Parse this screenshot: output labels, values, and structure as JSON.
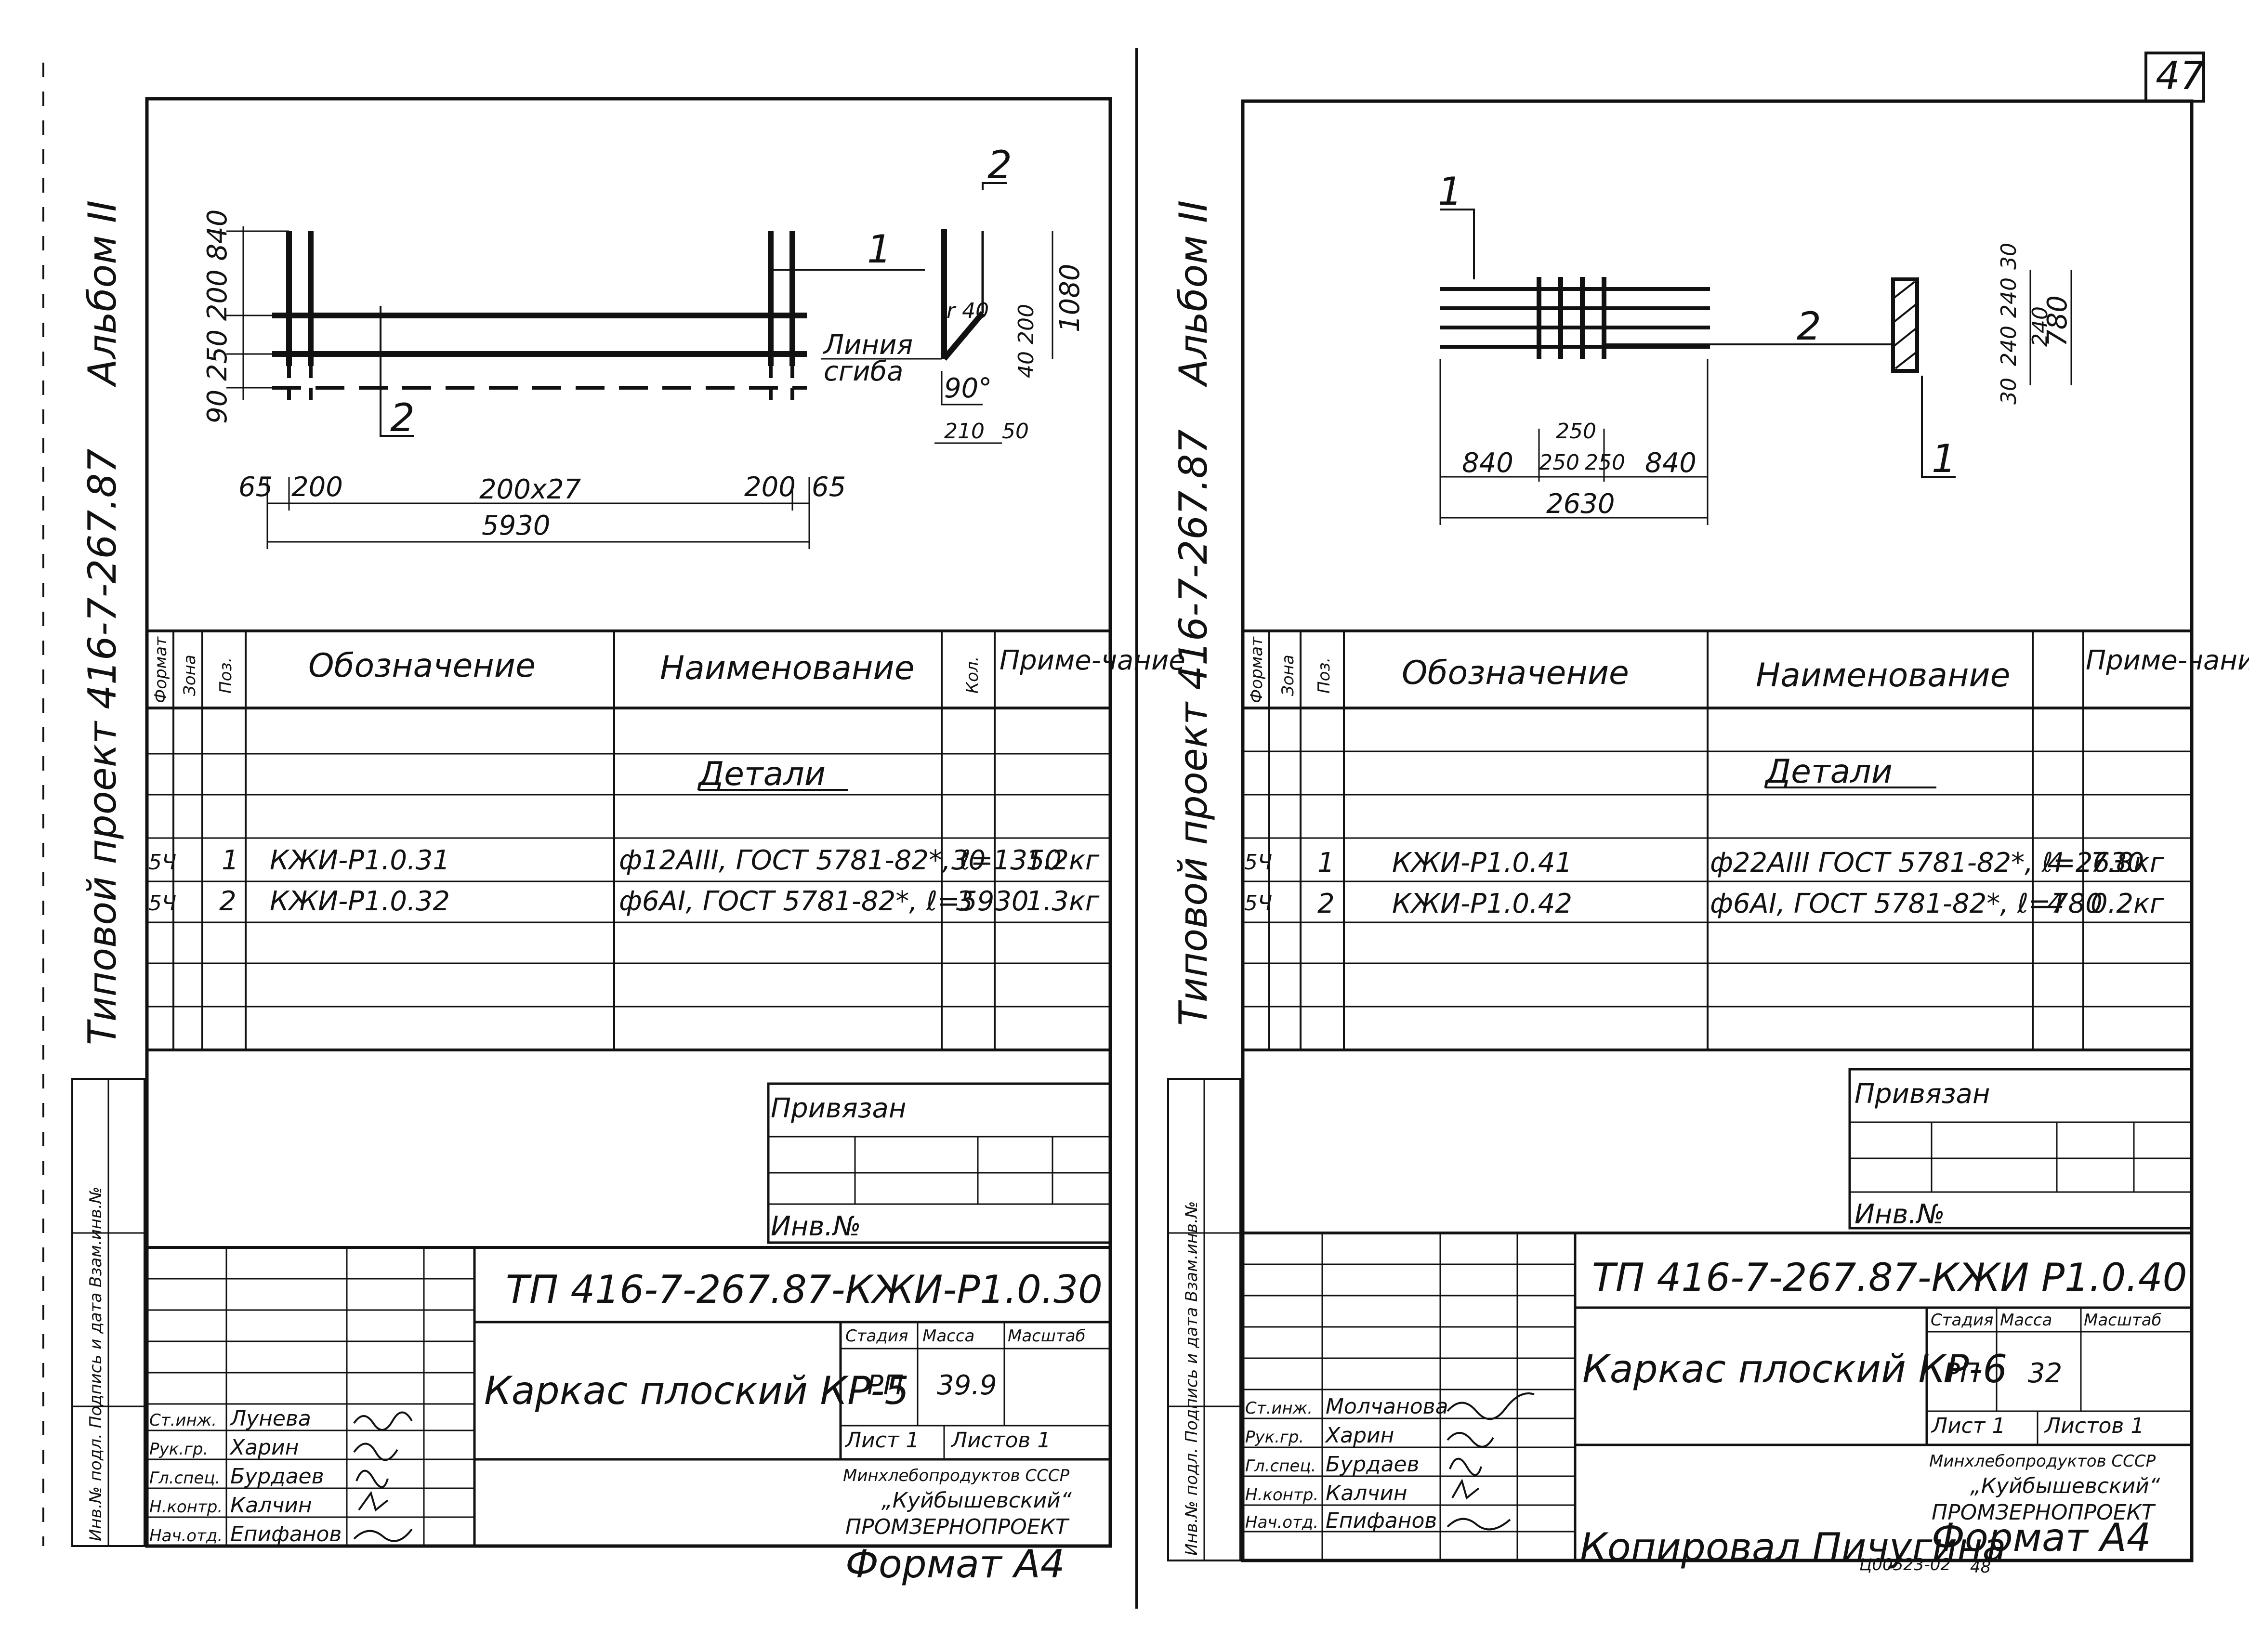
{
  "page_number": "47",
  "format_label": "Формат А4",
  "copied_by": "Копировал Пичугина",
  "stamp_number": "Ц00523-02",
  "stamp_suffix": "48",
  "sheets": [
    {
      "side_album": "Альбом II",
      "side_project": "Типовой проект 416-7-267.87",
      "side_stamp": "Инв.№ подл. Подпись и дата Взам.инв.№",
      "drawing": {
        "dims_left_vertical": "90 250 200 840",
        "dims_bottom_1": [
          "65",
          "200",
          "200х27",
          "200",
          "65"
        ],
        "dim_total": "5930",
        "callout_1": "1",
        "callout_2a": "2",
        "callout_2b": "2",
        "bend_line_1": "Линия",
        "bend_line_2": "сгиба",
        "angle": "90°",
        "radius": "r 40",
        "bend_dims": [
          "40",
          "200",
          "1080",
          "210",
          "50"
        ]
      },
      "table": {
        "headers": {
          "format": "Формат",
          "zone": "Зона",
          "pos": "Поз.",
          "designation": "Обозначение",
          "name": "Наименование",
          "qty": "Кол.",
          "note": "Приме-чание"
        },
        "section": "Детали",
        "rows": [
          {
            "format": "5Ч",
            "pos": "1",
            "designation": "КЖИ-Р1.0.31",
            "name": "ф12АIII, ГОСТ 5781-82*, ℓ=1350",
            "qty": "30",
            "note": "1.2кг"
          },
          {
            "format": "5Ч",
            "pos": "2",
            "designation": "КЖИ-Р1.0.32",
            "name": "ф6АI, ГОСТ 5781-82*, ℓ=5930",
            "qty": "3",
            "note": "1.3кг"
          }
        ]
      },
      "binding": {
        "privyazan": "Привязан",
        "inv_no": "Инв.№"
      },
      "title_block": {
        "code": "ТП    416-7-267.87-КЖИ-Р1.0.30",
        "name": "Каркас плоский КР-5",
        "stage_label": "Стадия",
        "mass_label": "Масса",
        "scale_label": "Масштаб",
        "stage": "РП",
        "mass": "39.9",
        "sheet": "Лист 1",
        "sheets": "Листов 1",
        "org": [
          "Минхлебопродуктов СССР",
          "„Куйбышевский“",
          "ПРОМЗЕРНОПРОЕКТ"
        ],
        "roles": [
          {
            "role": "Ст.инж.",
            "name": "Лунева"
          },
          {
            "role": "Рук.гр.",
            "name": "Харин"
          },
          {
            "role": "Гл.спец.",
            "name": "Бурдаев"
          },
          {
            "role": "Н.контр.",
            "name": "Калчин"
          },
          {
            "role": "Нач.отд.",
            "name": "Епифанов"
          }
        ]
      }
    },
    {
      "side_album": "Альбом II",
      "side_project": "Типовой проект 416-7-267.87",
      "side_stamp": "Инв.№ подл. Подпись и дата Взам.инв.№",
      "drawing": {
        "callout_1a": "1",
        "callout_1b": "1",
        "callout_2": "2",
        "dim_250_top": "250",
        "dims_bottom": [
          "840",
          "250",
          "250",
          "840"
        ],
        "dim_total": "2630",
        "dims_right_vertical": [
          "30",
          "240",
          "240",
          "240",
          "30",
          "780"
        ]
      },
      "table": {
        "headers": {
          "format": "Формат",
          "zone": "Зона",
          "pos": "Поз.",
          "designation": "Обозначение",
          "name": "Наименование",
          "qty": "",
          "note": "Приме-чание"
        },
        "section": "Детали",
        "rows": [
          {
            "format": "5Ч",
            "pos": "1",
            "designation": "КЖИ-Р1.0.41",
            "name": "ф22АIII ГОСТ 5781-82*, ℓ=2630",
            "qty": "4",
            "note": "7.8кг"
          },
          {
            "format": "5Ч",
            "pos": "2",
            "designation": "КЖИ-Р1.0.42",
            "name": "ф6АI, ГОСТ 5781-82*, ℓ=780",
            "qty": "4",
            "note": "0.2кг"
          }
        ]
      },
      "binding": {
        "privyazan": "Привязан",
        "inv_no": "Инв.№"
      },
      "title_block": {
        "code": "ТП    416-7-267.87-КЖИ Р1.0.40",
        "name": "Каркас плоский КР-6",
        "stage_label": "Стадия",
        "mass_label": "Масса",
        "scale_label": "Масштаб",
        "stage": "РП",
        "mass": "32",
        "sheet": "Лист 1",
        "sheets": "Листов 1",
        "org": [
          "Минхлебопродуктов СССР",
          "„Куйбышевский“",
          "ПРОМЗЕРНОПРОЕКТ"
        ],
        "roles": [
          {
            "role": "Ст.инж.",
            "name": "Молчанова"
          },
          {
            "role": "Рук.гр.",
            "name": "Харин"
          },
          {
            "role": "Гл.спец.",
            "name": "Бурдаев"
          },
          {
            "role": "Н.контр.",
            "name": "Калчин"
          },
          {
            "role": "Нач.отд.",
            "name": "Епифанов"
          }
        ]
      }
    }
  ]
}
